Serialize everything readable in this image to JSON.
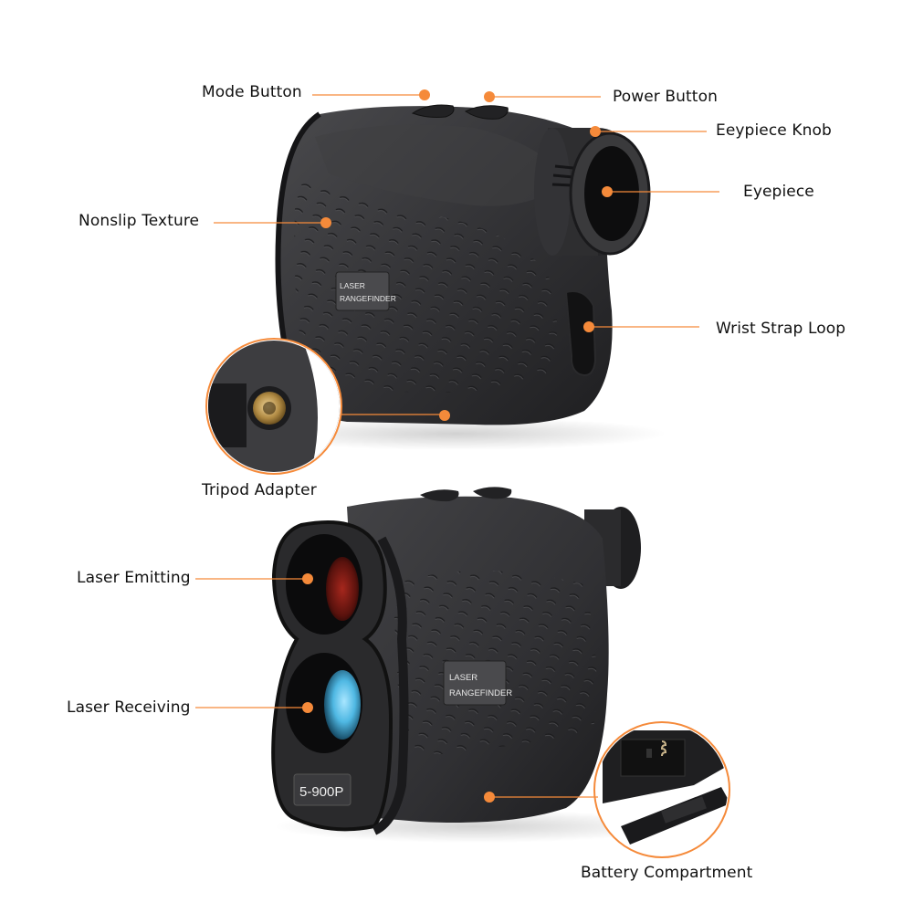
{
  "colors": {
    "accent": "#F58A3A",
    "body_dark": "#2b2b2d",
    "body_mid": "#3a3a3c",
    "text": "#111111",
    "lens_red": "#7a1a14",
    "lens_blue": "#5ec3ea"
  },
  "product": {
    "badge_line1": "LASER",
    "badge_line2": "RANGEFINDER",
    "model_label": "5-900P"
  },
  "callouts": [
    {
      "id": "mode-button",
      "label": "Mode Button"
    },
    {
      "id": "power-button",
      "label": "Power Button"
    },
    {
      "id": "eyepiece-knob",
      "label": "Eeypiece Knob"
    },
    {
      "id": "eyepiece",
      "label": "Eyepiece"
    },
    {
      "id": "nonslip-texture",
      "label": "Nonslip Texture"
    },
    {
      "id": "wrist-strap-loop",
      "label": "Wrist Strap Loop"
    },
    {
      "id": "tripod-adapter",
      "label": "Tripod Adapter"
    },
    {
      "id": "laser-emitting",
      "label": "Laser Emitting"
    },
    {
      "id": "laser-receiving",
      "label": "Laser Receiving"
    },
    {
      "id": "battery-compartment",
      "label": "Battery Compartment"
    }
  ]
}
